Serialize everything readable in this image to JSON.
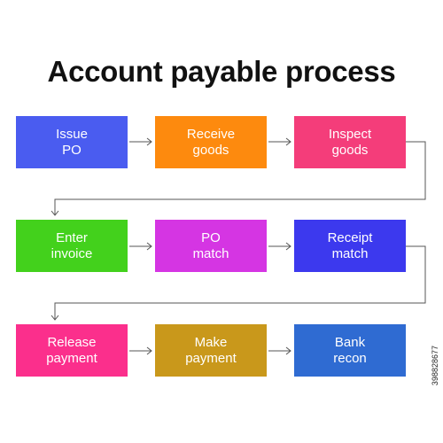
{
  "title": "Account payable process",
  "steps": [
    {
      "label": "Issue\nPO",
      "color": "#4a5cf0"
    },
    {
      "label": "Receive\ngoods",
      "color": "#fd8a0e"
    },
    {
      "label": "Inspect\ngoods",
      "color": "#f43d7a"
    },
    {
      "label": "Enter\ninvoice",
      "color": "#43d11c"
    },
    {
      "label": "PO\nmatch",
      "color": "#d535e3"
    },
    {
      "label": "Receipt\nmatch",
      "color": "#3c39ee"
    },
    {
      "label": "Release\npayment",
      "color": "#fb2f8c"
    },
    {
      "label": "Make\npayment",
      "color": "#c9981b"
    },
    {
      "label": "Bank\nrecon",
      "color": "#2f6bd2"
    }
  ],
  "connector_color": "#555555",
  "stock_id": "398828677"
}
